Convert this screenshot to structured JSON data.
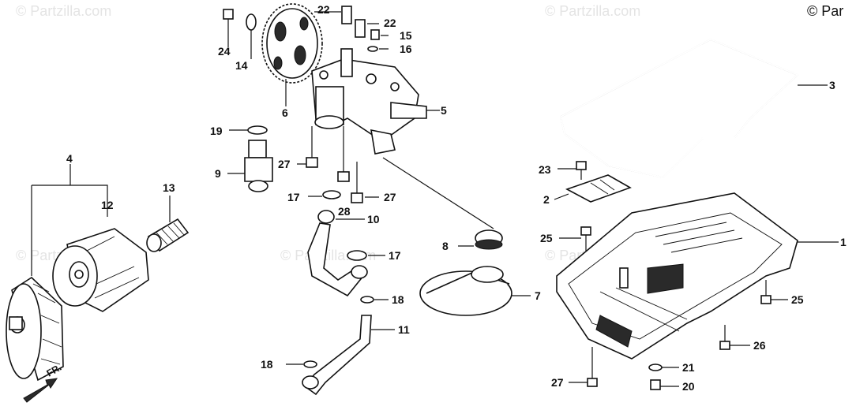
{
  "copyright_text": "© Par",
  "watermark_text": "© Partzilla.com",
  "direction_label": "FR.",
  "callouts": {
    "c1": "1",
    "c2": "2",
    "c3": "3",
    "c4": "4",
    "c5": "5",
    "c6": "6",
    "c7": "7",
    "c8": "8",
    "c9": "9",
    "c10": "10",
    "c11": "11",
    "c12": "12",
    "c13": "13",
    "c14": "14",
    "c15": "15",
    "c16": "16",
    "c17a": "17",
    "c17b": "17",
    "c18a": "18",
    "c18b": "18",
    "c19": "19",
    "c20": "20",
    "c21": "21",
    "c22a": "22",
    "c22b": "22",
    "c23": "23",
    "c24": "24",
    "c25a": "25",
    "c25b": "25",
    "c26": "26",
    "c27a": "27",
    "c27b": "27",
    "c27c": "27",
    "c28": "28"
  }
}
